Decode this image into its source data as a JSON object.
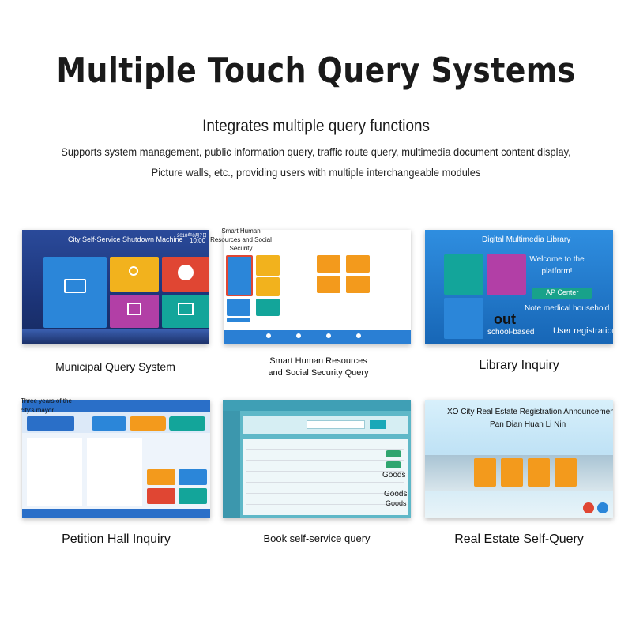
{
  "header": {
    "title": "Multiple Touch Query Systems",
    "subtitle": "Integrates multiple query functions",
    "description_line1": "Supports system management, public information query, traffic route query, multimedia document content display,",
    "description_line2": "Picture walls, etc., providing users with multiple interchangeable modules"
  },
  "panels": [
    {
      "caption": "Municipal Query System",
      "screen_title": "City Self-Service Shutdown Machine",
      "date": "2018年8月7日",
      "time": "10:00"
    },
    {
      "caption": "Smart Human Resources and Social Security Query",
      "overlay_label": "Smart Human Resources and Social Security"
    },
    {
      "caption": "Library Inquiry",
      "screen_title": "Digital Multimedia Library",
      "welcome": "Welcome to the platform!",
      "ap_center": "AP Center",
      "note": "Note medical household",
      "out": "out",
      "school_based": "school-based",
      "user_registration": "User registration"
    },
    {
      "caption": "Petition Hall Inquiry",
      "overlay_label": "Three years of the city's mayor"
    },
    {
      "caption": "Book self-service query",
      "goods": [
        "Goods",
        "Goods",
        "Goods"
      ]
    },
    {
      "caption": "Real Estate Self-Query",
      "announcement_line1": "XO City Real Estate Registration Announcement",
      "announcement_line2": "Pan Dian Huan Li Nin"
    }
  ],
  "colors": {
    "panel1_bg": "#1e3f8a",
    "tile_blue": "#2b86d9",
    "tile_orange": "#f39a1c",
    "tile_red": "#e04633",
    "tile_purple": "#b23fa6",
    "tile_teal": "#13a59a",
    "library_bg": "#1a74c9",
    "realestate_sky": "#bfe2f5",
    "taskbar": "#2a7fd4"
  }
}
